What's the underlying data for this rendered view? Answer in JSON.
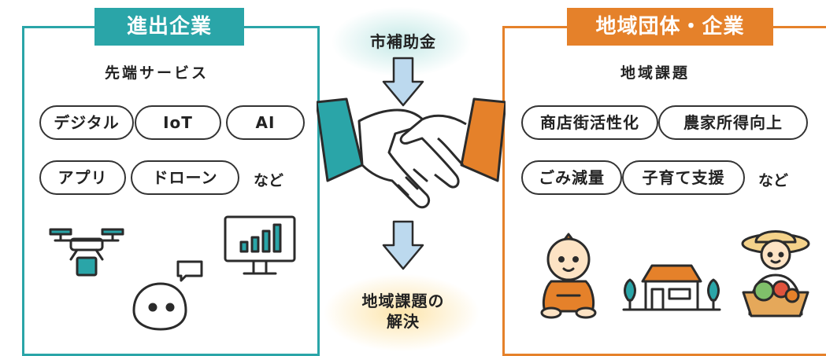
{
  "left_panel": {
    "tab": "進出企業",
    "heading": "先端サービス",
    "pills": [
      "デジタル",
      "IoT",
      "AI",
      "アプリ",
      "ドローン"
    ],
    "suffix": "など",
    "illustrations": [
      "drone-icon",
      "ai-robot-icon",
      "monitor-chart-icon"
    ],
    "accent": "#2aa5a8"
  },
  "center": {
    "top_label": "市補助金",
    "bottom_label_line1": "地域課題の",
    "bottom_label_line2": "解決",
    "arrow_color": "#bcd9ee",
    "illustration": "handshake-icon"
  },
  "right_panel": {
    "tab": "地域団体・企業",
    "heading": "地域課題",
    "pills": [
      "商店街活性化",
      "農家所得向上",
      "ごみ減量",
      "子育て支援"
    ],
    "suffix": "など",
    "illustrations": [
      "baby-icon",
      "house-with-trees-icon",
      "farmer-icon"
    ],
    "accent": "#e5812a"
  }
}
